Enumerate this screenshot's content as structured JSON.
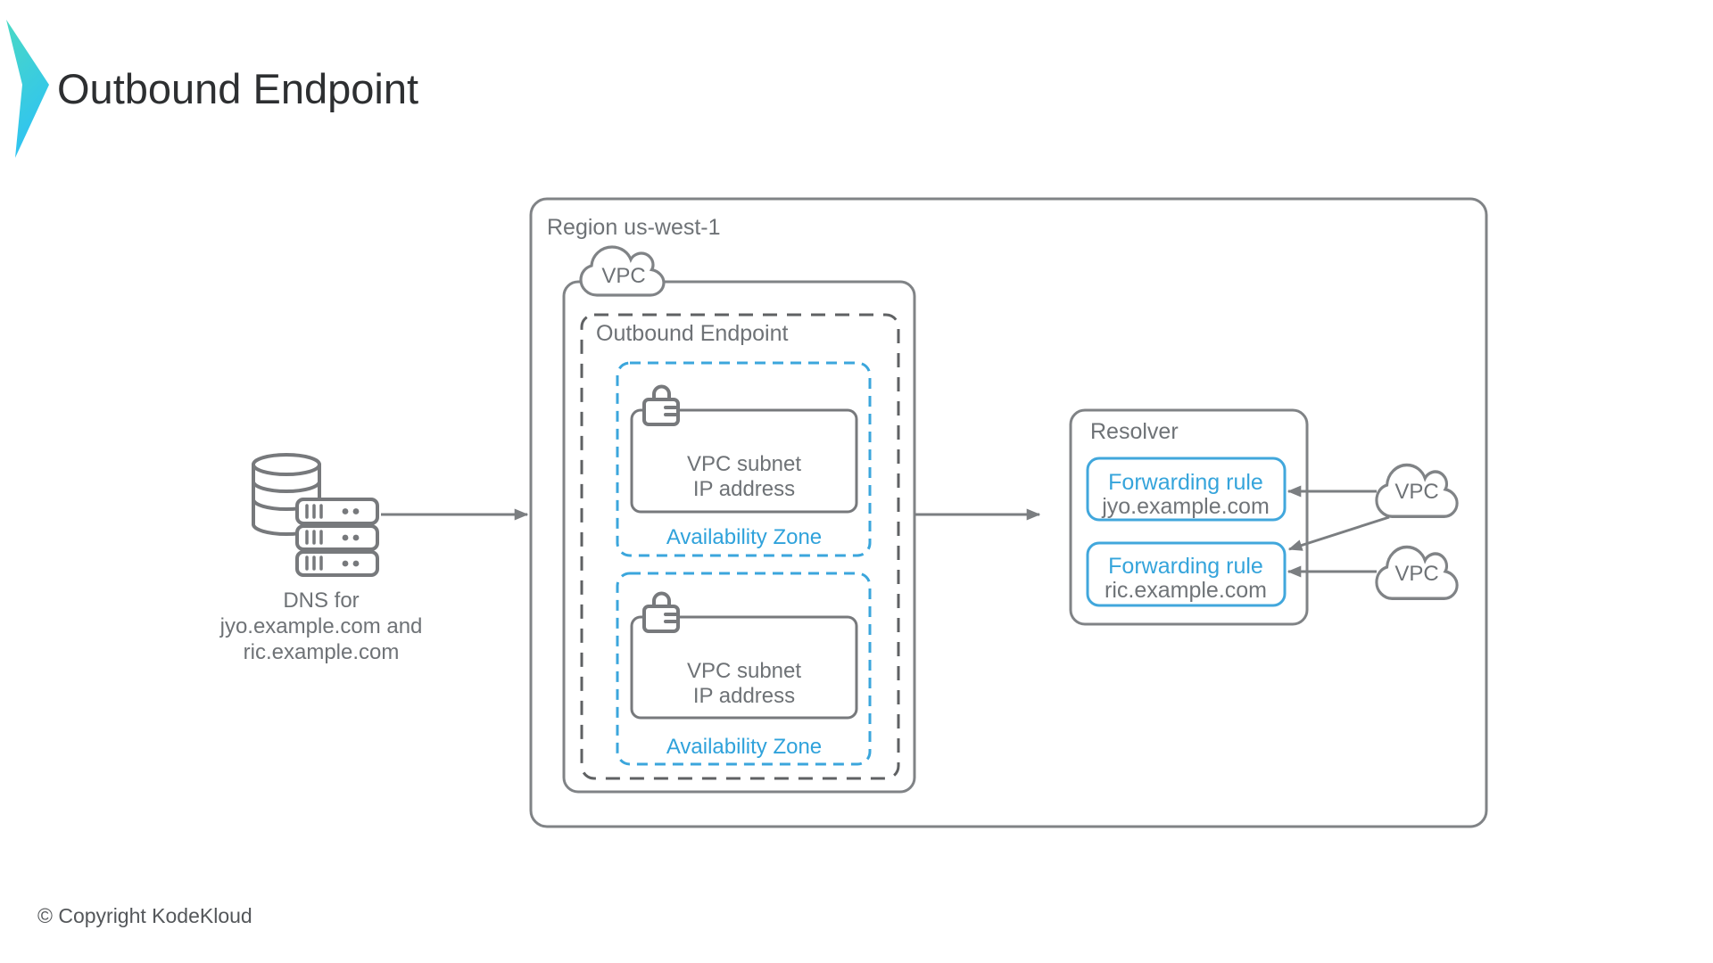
{
  "header": {
    "title": "Outbound Endpoint"
  },
  "footer": {
    "copyright": "© Copyright KodeKloud"
  },
  "colors": {
    "accent_blue": "#3ba6dc",
    "blue_text": "#2fa2db",
    "border_gray": "#808386",
    "text_gray": "#6e7276",
    "dash_dark_gray": "#5f6163",
    "logo_teal": "#4ad9c4",
    "logo_cyan": "#2fc3f2"
  },
  "diagram": {
    "region": {
      "label": "Region us-west-1",
      "vpc_cloud_label": "VPC"
    },
    "outbound_endpoint": {
      "label": "Outbound Endpoint",
      "availability_zones": [
        {
          "label": "Availability Zone",
          "subnet_line1": "VPC subnet",
          "subnet_line2": "IP address"
        },
        {
          "label": "Availability Zone",
          "subnet_line1": "VPC subnet",
          "subnet_line2": "IP address"
        }
      ]
    },
    "dns_source": {
      "line1": "DNS for",
      "line2": "jyo.example.com and",
      "line3": "ric.example.com"
    },
    "resolver": {
      "label": "Resolver",
      "rules": [
        {
          "title": "Forwarding rule",
          "domain": "jyo.example.com"
        },
        {
          "title": "Forwarding rule",
          "domain": "ric.example.com"
        }
      ]
    },
    "external_vpcs": [
      {
        "label": "VPC"
      },
      {
        "label": "VPC"
      }
    ]
  }
}
